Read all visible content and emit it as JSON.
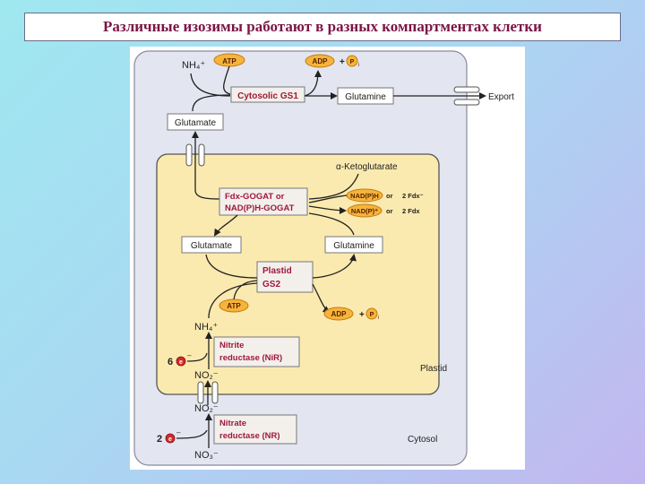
{
  "slide_title": "Различные изозимы работают в разных компартментах клетки",
  "diagram": {
    "nh4_top": "NH₄⁺",
    "atp": "ATP",
    "adp": "ADP",
    "plus": "+",
    "pi": "P",
    "pi_sub": "i",
    "cytosolic_gs1": "Cytosolic GS1",
    "glutamine": "Glutamine",
    "export": "Export",
    "glutamate": "Glutamate",
    "alpha_ketoglutarate": "α-Ketoglutarate",
    "gogat_line1": "Fdx-GOGAT or",
    "gogat_line2": "NAD(P)H-GOGAT",
    "nadph": "NAD(P)H",
    "nadp": "NAD(P)⁺",
    "or": "or",
    "fdx_red": "2 Fdx⁻",
    "fdx_ox": "2 Fdx",
    "plastid_gs2_line1": "Plastid",
    "plastid_gs2_line2": "GS2",
    "nh4_plastid": "NH₄⁺",
    "nitrite_reductase_line1": "Nitrite",
    "nitrite_reductase_line2": "reductase (NiR)",
    "six_e": "6",
    "e_symbol": "e",
    "e_charge": "–",
    "no2_in": "NO₂⁻",
    "no2_out": "NO₂⁻",
    "plastid_label": "Plastid",
    "nitrate_reductase_line1": "Nitrate",
    "nitrate_reductase_line2": "reductase (NR)",
    "two_e": "2",
    "no3": "NO₃⁻",
    "cytosol_label": "Cytosol"
  }
}
